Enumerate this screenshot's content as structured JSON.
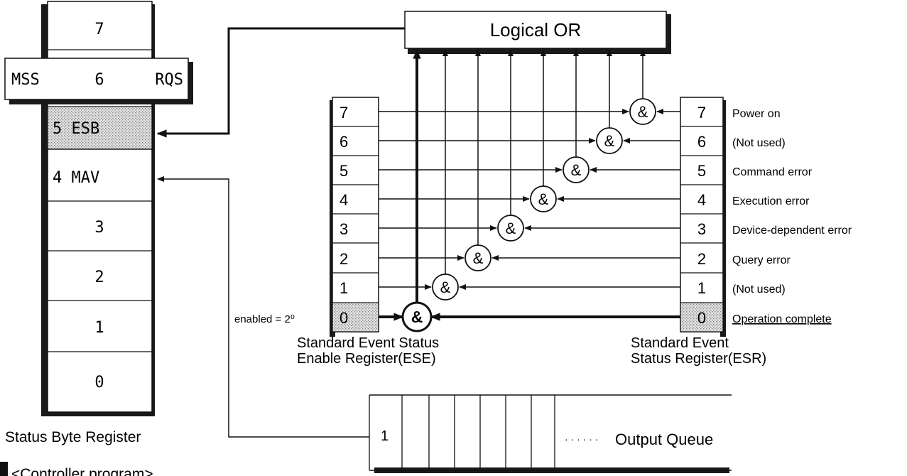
{
  "status_byte_register": {
    "caption": "Status Byte Register",
    "bits": [
      {
        "label": "7"
      },
      {
        "left": "MSS",
        "center": "6",
        "right": "RQS"
      },
      {
        "label": "5 ESB"
      },
      {
        "label": "4 MAV"
      },
      {
        "label": "3"
      },
      {
        "label": "2"
      },
      {
        "label": "1"
      },
      {
        "label": "0"
      }
    ]
  },
  "logical_or": {
    "label": "Logical OR"
  },
  "ese": {
    "caption_line1": "Standard Event Status",
    "caption_line2": "Enable Register(ESE)",
    "bits": [
      "7",
      "6",
      "5",
      "4",
      "3",
      "2",
      "1",
      "0"
    ],
    "enabled_note": "enabled = 2⁰"
  },
  "esr": {
    "caption_line1": "Standard Event",
    "caption_line2": "Status Register(ESR)",
    "bits": [
      "7",
      "6",
      "5",
      "4",
      "3",
      "2",
      "1",
      "0"
    ],
    "descriptions": [
      "Power on",
      "(Not used)",
      "Command error",
      "Execution error",
      "Device-dependent error",
      "Query error",
      "(Not used)",
      "Operation complete"
    ]
  },
  "and_gate": {
    "symbol": "&"
  },
  "output_queue": {
    "first_cell": "1",
    "dots": "· · · · · ·",
    "label": "Output Queue"
  },
  "controller_program": {
    "label": "<Controller program>"
  }
}
